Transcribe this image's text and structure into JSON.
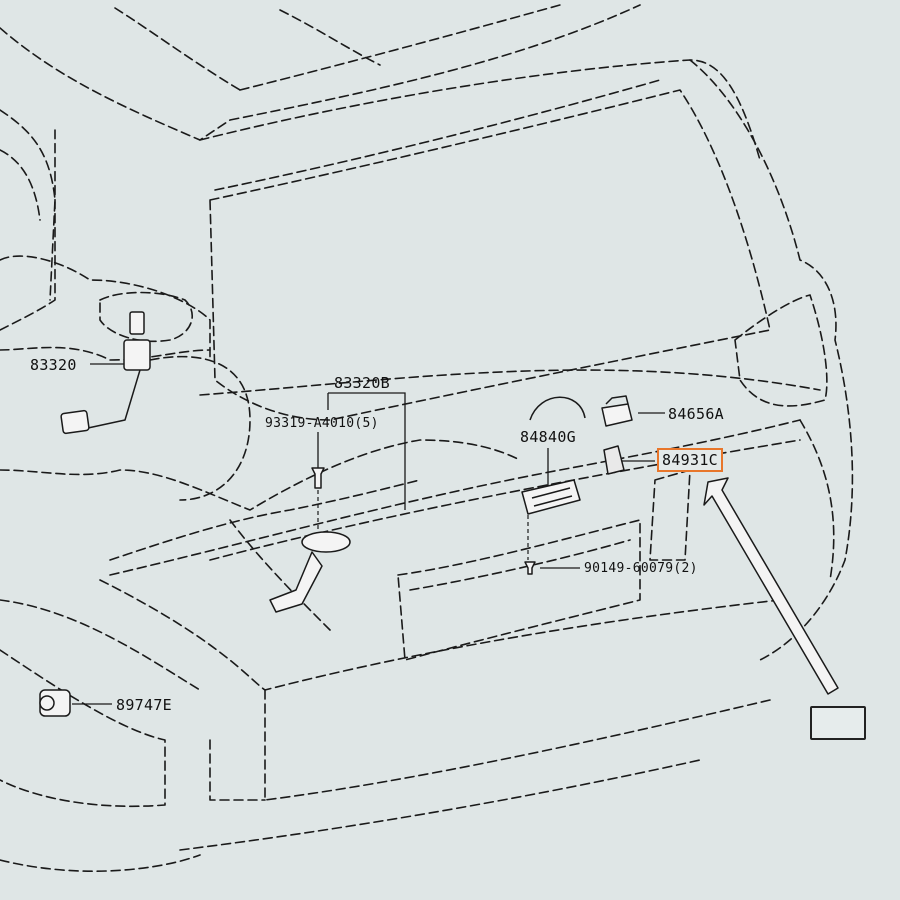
{
  "diagram": {
    "type": "exploded-parts-diagram",
    "subject": "vehicle rear back door",
    "highlight_color": "#e8762b",
    "line_color": "#1a1a1a",
    "background_color": "#dfe6e6"
  },
  "parts": {
    "p83320": "83320",
    "p83320b": "83320B",
    "p93319": "93319-A4010(5)",
    "p84840g": "84840G",
    "p84656a": "84656A",
    "p84931c": "84931C",
    "p90149": "90149-60079(2)",
    "p89747e": "89747E"
  },
  "highlighted_part": "84931C",
  "reference_icon": "car-rear-view-icon"
}
